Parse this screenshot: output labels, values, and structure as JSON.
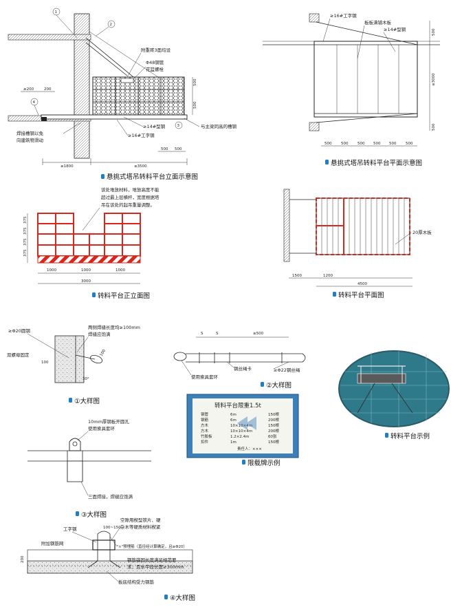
{
  "captions": {
    "fig1": "悬挑式塔吊转料平台立面示意图",
    "fig2": "悬挑式塔吊转料平台平面示意图",
    "fig3": "转料平台正立面图",
    "fig4": "转料平台平面图",
    "fig5": "①大样图",
    "fig6": "②大样图",
    "fig7": "③大样图",
    "fig8": "④大样图",
    "fig9": "限载牌示例",
    "fig10": "转料平台示例"
  },
  "elev": {
    "n1": "1",
    "n2": "2",
    "n4": "4",
    "n3": "3",
    "l1": "附重砖3面均设",
    "l2": "Φ48钢管",
    "l3": "花篮螺栓",
    "l4": "≥14#型钢",
    "l5": "≥16#工字钢",
    "l6": "与主梁同高的槽钢",
    "l7": "焊接槽钢以免",
    "l8": "向建筑物滑动",
    "d200a": "≥200",
    "d200b": "200",
    "d500a": "500",
    "d500b": "500",
    "d500c": "500",
    "d500d": "500",
    "d1800": "≥1800",
    "d3500": "≤3500"
  },
  "plan": {
    "l1": "≥16#工字钢",
    "l2": "板板满铺木板",
    "l3": "≥14#型钢",
    "d500t": "500",
    "d500b": "500",
    "d3000": "≤3000",
    "b1": "500",
    "b2": "500",
    "b3": "500",
    "b4": "500",
    "b5": "500",
    "b6": "500"
  },
  "front": {
    "note": [
      "该处堆放材料，堆放高度不能",
      "超过最上层横杆，宽度根据塔",
      "吊在该处的起吊重量调整。"
    ],
    "d1": "1000",
    "d2": "1000",
    "d3": "1000",
    "d4": "3000",
    "v1": "375",
    "v2": "375",
    "v3": "375",
    "v4": "375"
  },
  "tplan": {
    "l1": "20厚木板",
    "d1": "1500",
    "d2": "1200",
    "d3": "4500"
  },
  "d1": {
    "l1": "≥Φ20圆钢",
    "l2": "两侧焊缝长度均≥100mm",
    "l3": "焊缝应饱满",
    "l4": "双螺母固定",
    "d100a": "100",
    "d100b": "100",
    "d30": "30°"
  },
  "d2": {
    "s1": "S",
    "s2": "S",
    "s3": "≥500",
    "l1": "钢丝绳卡",
    "l2": "≥Φ22钢丝绳",
    "l3": "使用索具套环"
  },
  "sign": {
    "title": "转料平台限重1.5t",
    "rows": [
      [
        "钢管",
        "6m",
        "150根"
      ],
      [
        "钢筋",
        "6m",
        "200根"
      ],
      [
        "方木",
        "10×10×4m",
        "150根"
      ],
      [
        "方木",
        "10×10×4m",
        "200根"
      ],
      [
        "竹胶板",
        "1.2×2.4m",
        "60张"
      ],
      [
        "扣件",
        "1m",
        "150根"
      ]
    ],
    "footer": "责任人：×××"
  },
  "d3": {
    "l1": "10mm厚钢板开圆孔",
    "l2": "使用索具套环",
    "l3": "三面焊接，焊缝应饱满"
  },
  "d4": {
    "l1": "工字钢",
    "l2": "附加钢筋网",
    "l3": "空隙用楔型铁片、硬",
    "l4": "杂木等硬质材料楔紧",
    "l5": "\"∩\"预埋筋（直径经计算确定，且≥Φ20）",
    "l6": "钢筋锚固长度满足规范要",
    "l7": "求，且水平段长度≥300mm",
    "l8": "板底结构受力钢筋",
    "d1": "100~150",
    "d2": "200"
  }
}
